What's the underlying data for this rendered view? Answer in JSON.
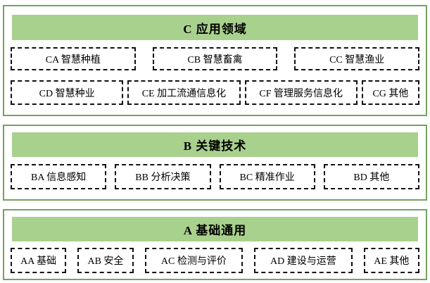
{
  "colors": {
    "header_fill": "#A9D18E",
    "section_border": "#74A35E",
    "dashed_border": "#111111",
    "text": "#000000"
  },
  "sections": [
    {
      "id": "C",
      "title": "C 应用领域",
      "rows": [
        {
          "items": [
            "CA 智慧种植",
            "CB 智慧畜禽",
            "CC 智慧渔业"
          ]
        },
        {
          "items": [
            "CD 智慧种业",
            "CE 加工流通信息化",
            "CF 管理服务信息化",
            "CG 其他"
          ]
        }
      ]
    },
    {
      "id": "B",
      "title": "B 关键技术",
      "rows": [
        {
          "items": [
            "BA 信息感知",
            "BB 分析决策",
            "BC 精准作业",
            "BD 其他"
          ]
        }
      ]
    },
    {
      "id": "A",
      "title": "A 基础通用",
      "rows": [
        {
          "items": [
            "AA 基础",
            "AB 安全",
            "AC 检测与评价",
            "AD 建设与运营",
            "AE 其他"
          ]
        }
      ]
    }
  ]
}
